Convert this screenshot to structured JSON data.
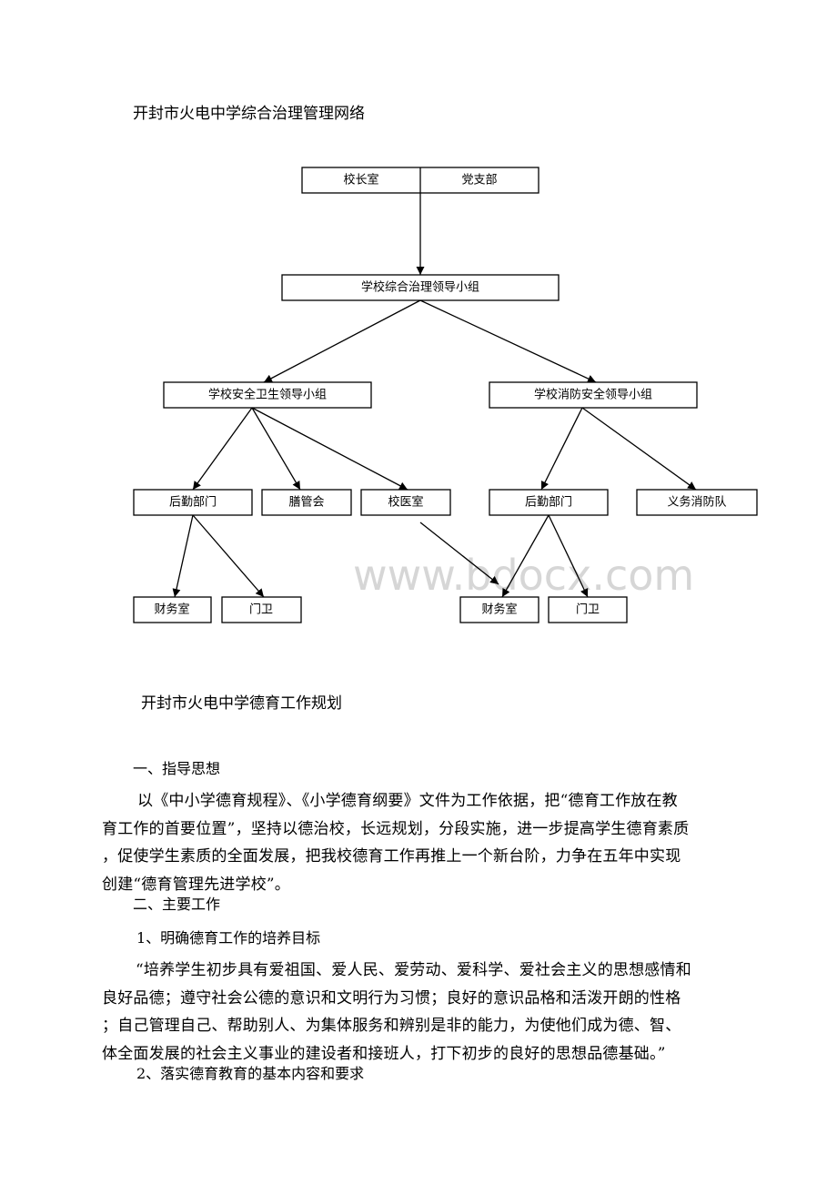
{
  "chart": {
    "title": "开封市火电中学综合治理管理网络",
    "nodes": {
      "principal_office": "校长室",
      "party_branch": "党支部",
      "comprehensive_group": "学校综合治理领导小组",
      "safety_group": "学校安全卫生领导小组",
      "fire_group": "学校消防安全领导小组",
      "logistics_left": "后勤部门",
      "canteen_committee": "膳管会",
      "clinic": "校医室",
      "logistics_right": "后勤部门",
      "volunteer_fire_team": "义务消防队",
      "finance_left": "财务室",
      "guard_left": "门卫",
      "finance_right": "财务室",
      "guard_right": "门卫"
    },
    "watermark": "www.bdocx.com"
  },
  "document": {
    "title": "开封市火电中学德育工作规划",
    "section1_heading": "一、指导思想",
    "section1_lines": [
      "以《中小学德育规程》、《小学德育纲要》文件为工作依据，把“德育工作放在教",
      "育工作的首要位置”，坚持以德治校，长远规划，分段实施，进一步提高学生德育素质",
      "，促使学生素质的全面发展，把我校德育工作再推上一个新台阶，力争在五年中实现",
      "创建“德育管理先进学校”。"
    ],
    "section2_heading": "二、主要工作",
    "item1_heading": "1、明确德育工作的培养目标",
    "item1_lines": [
      "“培养学生初步具有爱祖国、爱人民、爱劳动、爱科学、爱社会主义的思想感情和",
      "良好品德；遵守社会公德的意识和文明行为习惯；良好的意识品格和活泼开朗的性格",
      "；自己管理自己、帮助别人、为集体服务和辨别是非的能力，为使他们成为德、智、",
      "体全面发展的社会主义事业的建设者和接班人，打下初步的良好的思想品德基础。”"
    ],
    "item2_heading": "2、落实德育教育的基本内容和要求"
  }
}
